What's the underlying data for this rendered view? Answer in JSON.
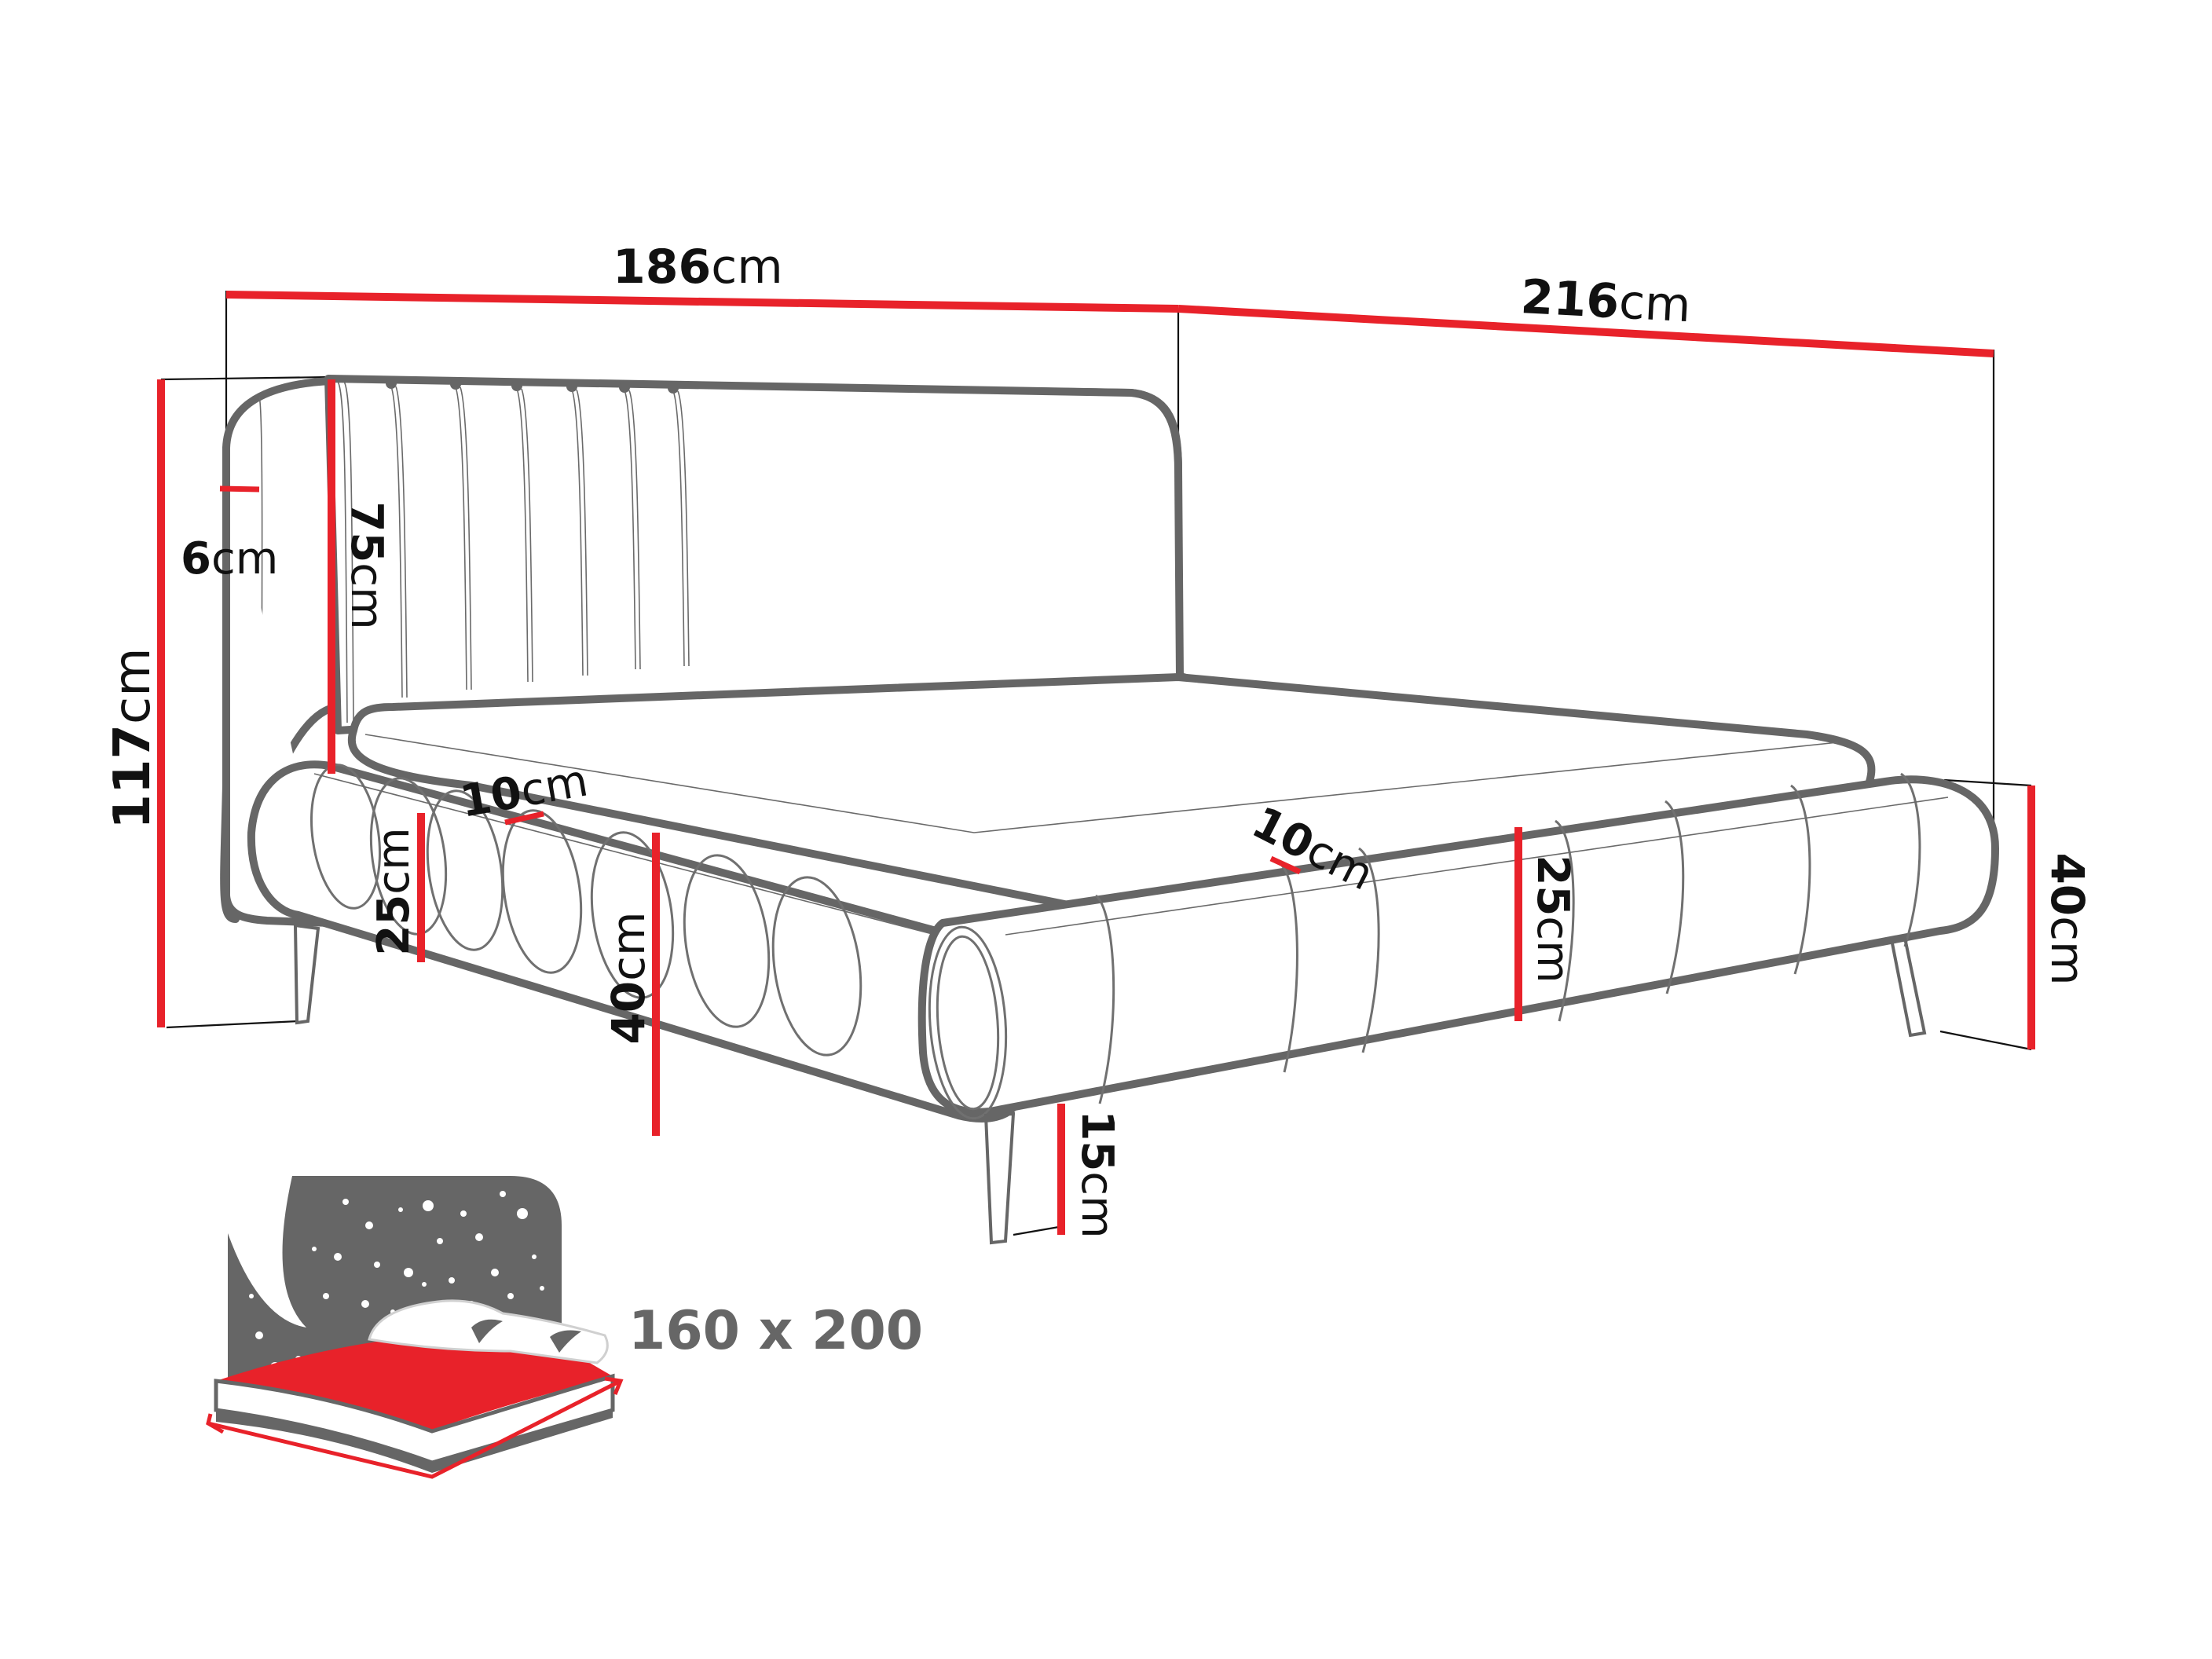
{
  "diagram": {
    "subject": "Upholstered bed with channel-tufted headboard and rolled side rails",
    "colors": {
      "dimension_line": "#e8222a",
      "outline": "#666666",
      "text": "#111111",
      "icon_gray": "#666666",
      "icon_red": "#e8222a",
      "background": "#ffffff"
    },
    "dimensions": {
      "total_width": {
        "value": "186",
        "unit": "cm"
      },
      "total_length": {
        "value": "216",
        "unit": "cm"
      },
      "total_height": {
        "value": "117",
        "unit": "cm"
      },
      "headboard_height": {
        "value": "75",
        "unit": "cm"
      },
      "headboard_thickness": {
        "value": "6",
        "unit": "cm"
      },
      "rail_width_left": {
        "value": "10",
        "unit": "cm"
      },
      "rail_width_right": {
        "value": "10",
        "unit": "cm"
      },
      "rail_height_left": {
        "value": "25",
        "unit": "cm"
      },
      "rail_height_right": {
        "value": "25",
        "unit": "cm"
      },
      "bed_height_front": {
        "value": "40",
        "unit": "cm"
      },
      "bed_height_side": {
        "value": "40",
        "unit": "cm"
      },
      "leg_height": {
        "value": "15",
        "unit": "cm"
      }
    },
    "mattress_icon": {
      "label": "160 x 200",
      "icon": "bed-mattress-size-icon"
    }
  }
}
